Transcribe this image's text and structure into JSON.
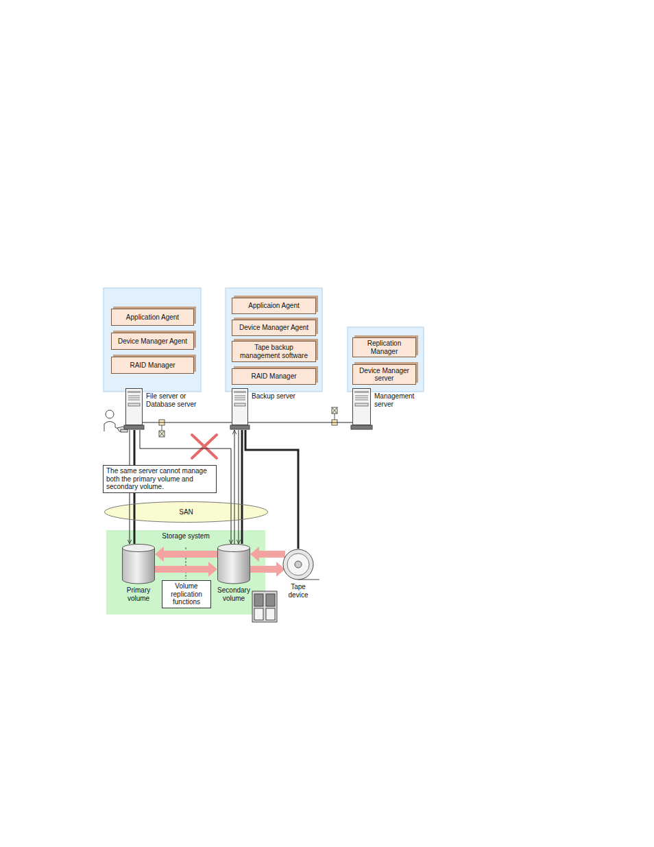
{
  "diagram": {
    "nodes": [
      {
        "text": [
          "Application Agent"
        ]
      },
      {
        "text": [
          "Device Manager Agent"
        ]
      },
      {
        "text": [
          "RAID Manager"
        ]
      },
      {
        "text": [
          "Applicaion Agent"
        ]
      },
      {
        "text": [
          "Device Manager Agent"
        ]
      },
      {
        "text": [
          "Tape backup management software"
        ]
      },
      {
        "text": [
          "RAID Manager"
        ]
      },
      {
        "text": [
          "Replication Manager"
        ]
      },
      {
        "text": [
          "Device Manager server"
        ]
      },
      {
        "text": [
          "File server or Database server"
        ]
      },
      {
        "text": [
          "Backup server"
        ]
      },
      {
        "text": [
          "Management server"
        ]
      },
      {
        "text": [
          "The same server cannot manage both the primary volume and secondary volume."
        ]
      },
      {
        "text": [
          "SAN"
        ]
      },
      {
        "text": [
          "Storage system"
        ]
      },
      {
        "text": [
          "Primary volume"
        ],
        "in": 14
      },
      {
        "text": [
          "Secondary volume"
        ],
        "in": 14
      },
      {
        "text": [
          "Volume replication functions"
        ],
        "in": 14
      },
      {
        "text": [
          "Tape device"
        ]
      }
    ],
    "edges": [
      {
        "from": 9,
        "to": 15,
        "arrow": "to"
      },
      {
        "from": 9,
        "to": 16,
        "arrow": "to"
      },
      {
        "from": 16,
        "to": 10,
        "arrow": "to"
      },
      {
        "from": 10,
        "to": 16,
        "arrow": "to"
      },
      {
        "from": 18,
        "to": 10,
        "arrow": "none"
      },
      {
        "from": 9,
        "to": 10,
        "arrow": "none"
      },
      {
        "from": 10,
        "to": 11,
        "arrow": "none"
      },
      {
        "from": 16,
        "to": 15,
        "arrow": "to"
      },
      {
        "from": 15,
        "to": 16,
        "arrow": "to"
      },
      {
        "from": 18,
        "to": 16,
        "arrow": "to"
      },
      {
        "from": 16,
        "to": 18,
        "arrow": "to"
      }
    ]
  }
}
